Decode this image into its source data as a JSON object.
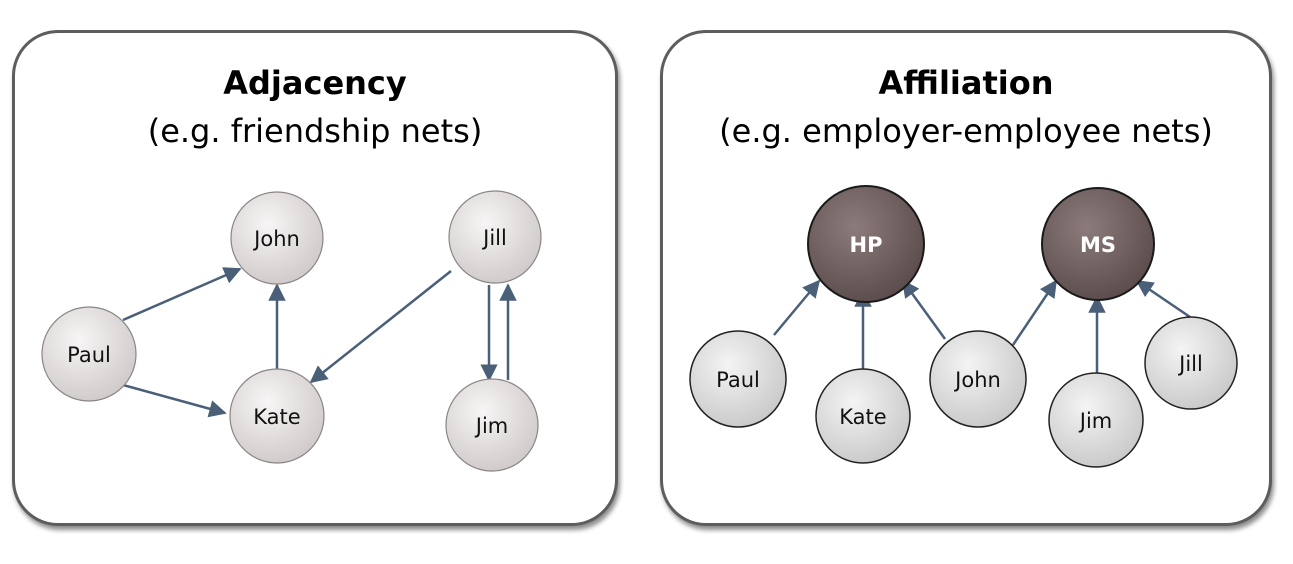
{
  "adjacency": {
    "title": "Adjacency",
    "subtitle": "(e.g. friendship nets)",
    "nodes": [
      {
        "id": "john",
        "label": "John"
      },
      {
        "id": "jill",
        "label": "Jill"
      },
      {
        "id": "paul",
        "label": "Paul"
      },
      {
        "id": "kate",
        "label": "Kate"
      },
      {
        "id": "jim",
        "label": "Jim"
      }
    ],
    "edges": [
      {
        "from": "Paul",
        "to": "John"
      },
      {
        "from": "Paul",
        "to": "Kate"
      },
      {
        "from": "Kate",
        "to": "John"
      },
      {
        "from": "Jill",
        "to": "Kate"
      },
      {
        "from": "Jill",
        "to": "Jim"
      },
      {
        "from": "Jim",
        "to": "Jill"
      }
    ]
  },
  "affiliation": {
    "title": "Affiliation",
    "subtitle": "(e.g. employer-employee nets)",
    "organizations": [
      {
        "id": "hp",
        "label": "HP"
      },
      {
        "id": "ms",
        "label": "MS"
      }
    ],
    "people": [
      {
        "id": "paul",
        "label": "Paul"
      },
      {
        "id": "kate",
        "label": "Kate"
      },
      {
        "id": "john",
        "label": "John"
      },
      {
        "id": "jim",
        "label": "Jim"
      },
      {
        "id": "jill",
        "label": "Jill"
      }
    ],
    "edges": [
      {
        "from": "Paul",
        "to": "HP"
      },
      {
        "from": "Kate",
        "to": "HP"
      },
      {
        "from": "John",
        "to": "HP"
      },
      {
        "from": "John",
        "to": "MS"
      },
      {
        "from": "Jim",
        "to": "MS"
      },
      {
        "from": "Jill",
        "to": "MS"
      }
    ]
  },
  "colors": {
    "arrow": "#4a5f78",
    "person_node": "#e4e0e0",
    "org_node": "#6f5f5f",
    "panel_border": "#5d5d5d"
  }
}
